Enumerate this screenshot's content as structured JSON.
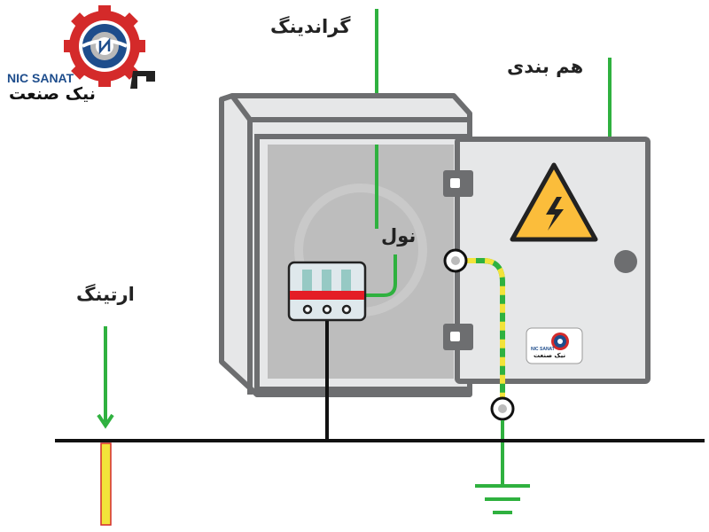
{
  "logo": {
    "latin": "NIC SANAT",
    "persian": "نیک صنعت"
  },
  "labels": {
    "grounding": "گراندینگ",
    "bonding": "هم بندی",
    "neutral": "نول",
    "earthing": "ارتینگ"
  },
  "colors": {
    "wire_green": "#2fb13f",
    "earth_yellow": "#f2e33a",
    "box_stroke": "#6d6e70",
    "door_fill": "#e6e7e8",
    "panel_fill": "#bdbdbd",
    "warning": "#fbbd3b",
    "breaker_red": "#e41e26",
    "logo_red": "#d42a2a",
    "logo_blue": "#1e4d8c"
  }
}
